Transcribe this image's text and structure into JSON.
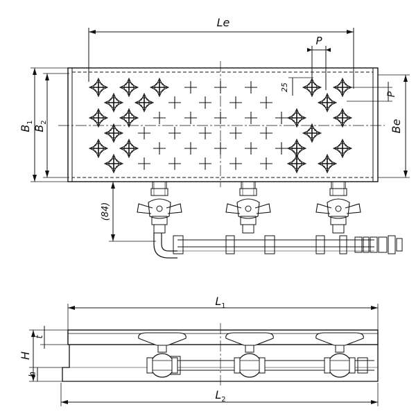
{
  "labels": {
    "Le": "Le",
    "P": "P",
    "P_side": "P",
    "twentyfive": "25",
    "B1_main": "B",
    "B1_sub": "1",
    "B2_main": "B",
    "B2_sub": "2",
    "Be": "Be",
    "eightyfour": "(84)",
    "L1_main": "L",
    "L1_sub": "1",
    "L2_main": "L",
    "L2_sub": "2",
    "H": "H",
    "t": "t",
    "h": "h"
  },
  "valve_count": 3
}
